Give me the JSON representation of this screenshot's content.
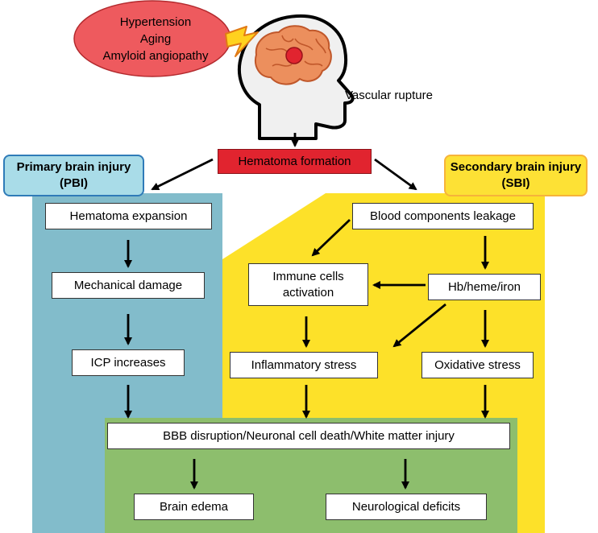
{
  "risk_factors": [
    "Hypertension",
    "Aging",
    "Amyloid angiopathy"
  ],
  "vascular_rupture": "Vascular rupture",
  "hematoma_formation": "Hematoma formation",
  "pbi": {
    "title": "Primary brain injury",
    "abbr": "(PBI)"
  },
  "sbi": {
    "title": "Secondary brain injury",
    "abbr": "(SBI)"
  },
  "pbi_steps": {
    "expansion": "Hematoma expansion",
    "mechanical": "Mechanical damage",
    "icp": "ICP increases"
  },
  "sbi_steps": {
    "leakage": "Blood components leakage",
    "immune_line1": "Immune cells",
    "immune_line2": "activation",
    "hb": "Hb/heme/iron",
    "inflammatory": "Inflammatory stress",
    "oxidative": "Oxidative stress"
  },
  "outcome": {
    "bbb": "BBB disruption/Neuronal cell death/White matter injury",
    "edema": "Brain edema",
    "deficits": "Neurological deficits"
  },
  "colors": {
    "risk_ellipse": "#ee5a5e",
    "hematoma_box": "#e1242f",
    "pbi_panel": "#82bccb",
    "pbi_header": "#a9dce8",
    "pbi_border": "#2f7bb8",
    "sbi_panel": "#fde129",
    "sbi_header": "#fde135",
    "sbi_border": "#f7b33a",
    "outcome_panel": "#8dbe6d",
    "brain": "#ec8f5d",
    "head_fill": "#f0f0f0",
    "lightning": "#ffd21f"
  }
}
